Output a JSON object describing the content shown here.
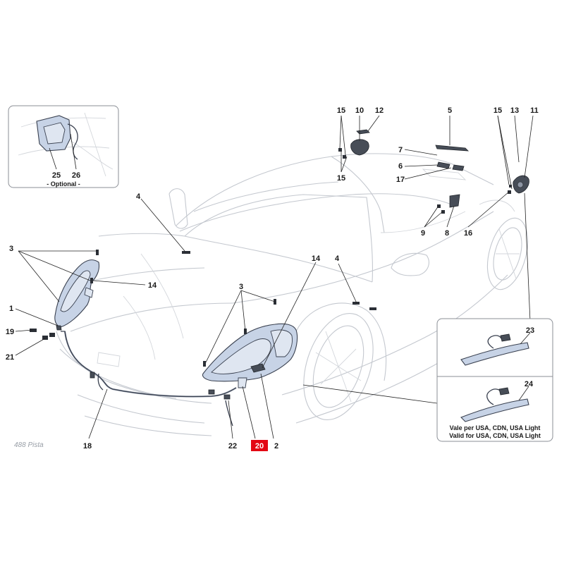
{
  "callouts": [
    {
      "id": "1",
      "text": "1"
    },
    {
      "id": "2",
      "text": "2"
    },
    {
      "id": "3a",
      "text": "3"
    },
    {
      "id": "3b",
      "text": "3"
    },
    {
      "id": "4a",
      "text": "4"
    },
    {
      "id": "4b",
      "text": "4"
    },
    {
      "id": "5",
      "text": "5"
    },
    {
      "id": "6",
      "text": "6"
    },
    {
      "id": "7",
      "text": "7"
    },
    {
      "id": "8",
      "text": "8"
    },
    {
      "id": "9",
      "text": "9"
    },
    {
      "id": "10",
      "text": "10"
    },
    {
      "id": "11",
      "text": "11"
    },
    {
      "id": "12",
      "text": "12"
    },
    {
      "id": "13",
      "text": "13"
    },
    {
      "id": "14a",
      "text": "14"
    },
    {
      "id": "14b",
      "text": "14"
    },
    {
      "id": "15a",
      "text": "15"
    },
    {
      "id": "15b",
      "text": "15"
    },
    {
      "id": "15c",
      "text": "15"
    },
    {
      "id": "16a",
      "text": "16"
    },
    {
      "id": "16b",
      "text": "16"
    },
    {
      "id": "17",
      "text": "17"
    },
    {
      "id": "18",
      "text": "18"
    },
    {
      "id": "19",
      "text": "19"
    },
    {
      "id": "21",
      "text": "21"
    },
    {
      "id": "22",
      "text": "22"
    },
    {
      "id": "23",
      "text": "23"
    },
    {
      "id": "24",
      "text": "24"
    },
    {
      "id": "25",
      "text": "25"
    },
    {
      "id": "26",
      "text": "26"
    }
  ],
  "highlight": {
    "text": "20",
    "color": "#e30613"
  },
  "optional_label": "- Optional -",
  "validity": {
    "line1": "Vale per USA, CDN, USA Light",
    "line2": "Valid for USA, CDN, USA Light"
  },
  "logo_text": "488 Pista",
  "colors": {
    "part_fill": "#c7d3e6",
    "car_line": "#c4c8cf",
    "highlight": "#e30613"
  }
}
